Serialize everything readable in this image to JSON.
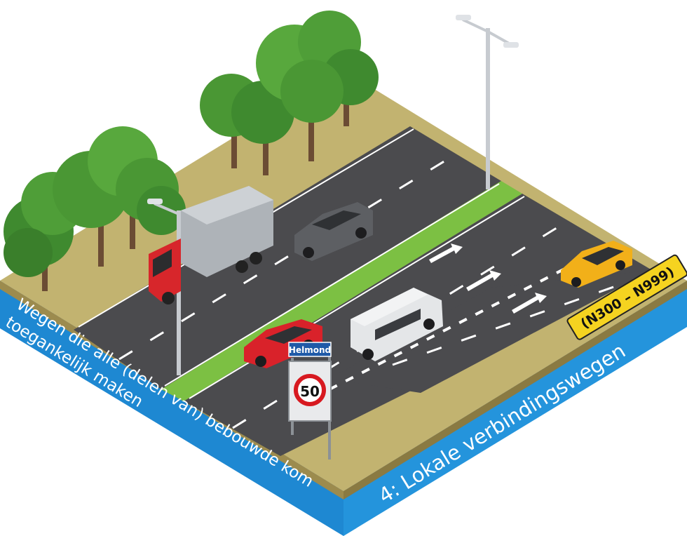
{
  "left_caption": {
    "line1": "Wegen die alle (delen van) bebouwde kom",
    "line2": "toegankelijk maken"
  },
  "right_caption": "4: Lokale verbindingswegen",
  "road_number_sign": "(N300 – N999)",
  "place_name_sign": "Helmond",
  "speed_limit_sign": "50",
  "colors": {
    "water_side": "#1e88d2",
    "grass": "#c2b370",
    "asphalt": "#4b4b4e",
    "median": "#7cc043",
    "sign_yellow": "#f5d320",
    "sign_blue": "#1f5aa8",
    "speed_red": "#d71920"
  }
}
